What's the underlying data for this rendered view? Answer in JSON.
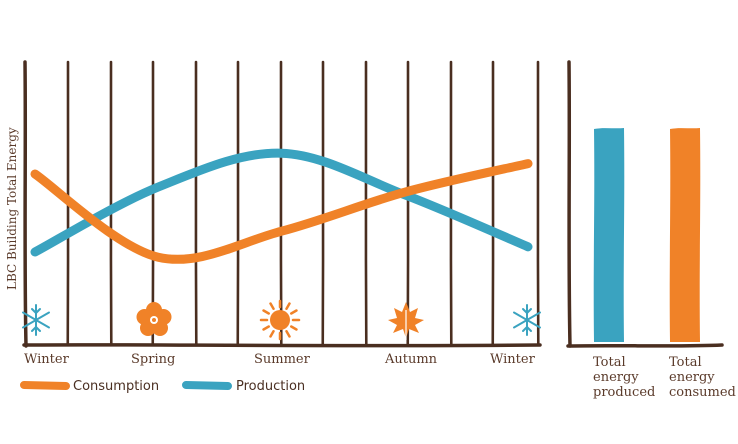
{
  "chart_data": [
    {
      "type": "line",
      "ylabel": "LBC Building Total Energy",
      "x": [
        "Winter",
        "Spring",
        "Summer",
        "Autumn",
        "Winter"
      ],
      "series": [
        {
          "name": "Consumption",
          "color": "#f08228",
          "values": [
            0.6,
            0.28,
            0.38,
            0.53,
            0.64
          ]
        },
        {
          "name": "Production",
          "color": "#3aa3c0",
          "values": [
            0.3,
            0.55,
            0.68,
            0.52,
            0.32
          ]
        }
      ],
      "season_icons": [
        "snowflake-icon",
        "flower-icon",
        "sun-icon",
        "leaf-icon",
        "snowflake-icon"
      ]
    },
    {
      "type": "bar",
      "categories": [
        "Total energy produced",
        "Total energy consumed"
      ],
      "values": [
        1.0,
        1.0
      ],
      "colors": [
        "#3aa3c0",
        "#f08228"
      ]
    }
  ],
  "legend": {
    "consumption": "Consumption",
    "production": "Production"
  },
  "seasons": [
    "Winter",
    "Spring",
    "Summer",
    "Autumn",
    "Winter"
  ],
  "bar_labels": {
    "produced": [
      "Total",
      "energy",
      "produced"
    ],
    "consumed": [
      "Total",
      "energy",
      "consumed"
    ]
  },
  "colors": {
    "axis": "#4a2e20",
    "consumption": "#f08228",
    "production": "#3aa3c0"
  }
}
